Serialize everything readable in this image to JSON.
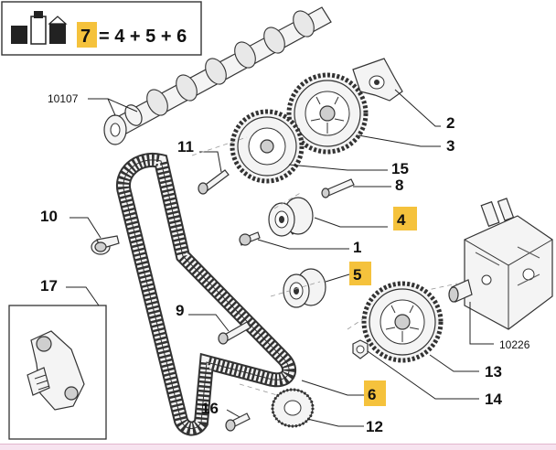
{
  "legend": {
    "kit_ref": "7",
    "formula": "= 4 + 5 + 6",
    "highlight_color": "#f5c23c"
  },
  "callouts": {
    "p1": "1",
    "p2": "2",
    "p3": "3",
    "p4": "4",
    "p5": "5",
    "p6": "6",
    "p8": "8",
    "p9": "9",
    "p10": "10",
    "p11": "11",
    "p12": "12",
    "p13": "13",
    "p14": "14",
    "p15": "15",
    "p16": "16",
    "p17": "17",
    "ref_camshaft": "10107",
    "ref_pump": "10226"
  },
  "colors": {
    "line": "#222222",
    "part_fill": "#f4f4f4",
    "footer_strip": "#f7e3ef"
  },
  "icons": [
    "kit-icon",
    "camshaft-icon",
    "sprocket-icon",
    "pulley-icon",
    "timing-belt-icon",
    "injection-pump-icon",
    "tensioner-icon",
    "bolt-icon"
  ]
}
